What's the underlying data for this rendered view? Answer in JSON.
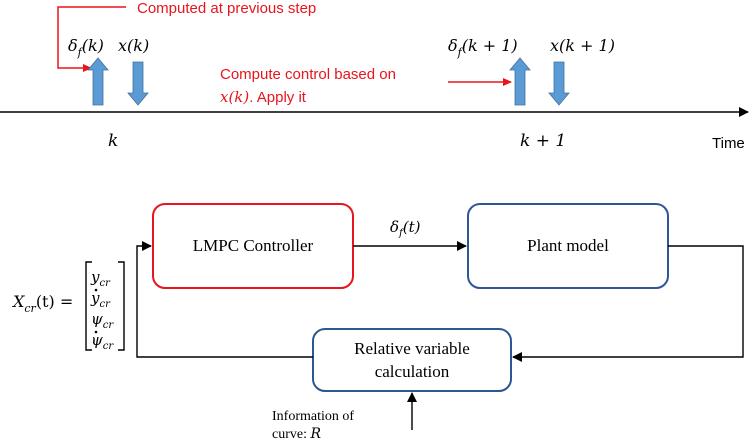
{
  "top": {
    "annotation_previous": "Computed at previous step",
    "annotation_compute_line1": "Compute control based on",
    "annotation_compute_line2_math": "x(k)",
    "annotation_compute_line2_text": ". Apply it",
    "delta_k_label": "δ_f(k)",
    "delta_k_base": "δ",
    "delta_k_sub": "f",
    "delta_k_arg": "(k)",
    "x_k_label": "x(k)",
    "delta_k1_base": "δ",
    "delta_k1_sub": "f",
    "delta_k1_arg": "(k + 1)",
    "x_k1_label": "x(k + 1)",
    "tick_k": "k",
    "tick_k1": "k + 1",
    "axis_label": "Time"
  },
  "bottom": {
    "controller_label": "LMPC Controller",
    "plant_label": "Plant model",
    "relative_label_line1": "Relative variable",
    "relative_label_line2": "calculation",
    "signal_base": "δ",
    "signal_sub": "f",
    "signal_arg": "(t)",
    "info_line1": "Information of",
    "info_line2_text": "curve: ",
    "info_line2_math": "R",
    "state_lhs_base": "X",
    "state_lhs_sub": "cr",
    "state_lhs_arg": "(t) =",
    "state_vector": [
      {
        "base": "y",
        "sub": "cr",
        "dot": false
      },
      {
        "base": "y",
        "sub": "cr",
        "dot": true
      },
      {
        "base": "ψ",
        "sub": "cr",
        "dot": false
      },
      {
        "base": "ψ",
        "sub": "cr",
        "dot": true
      }
    ]
  },
  "colors": {
    "annotation_red": "#e8141e",
    "controller_border": "#e8141e",
    "box_border_blue": "#2f5597",
    "arrow_blue": "#5b9bd5",
    "line_black": "#000000"
  }
}
